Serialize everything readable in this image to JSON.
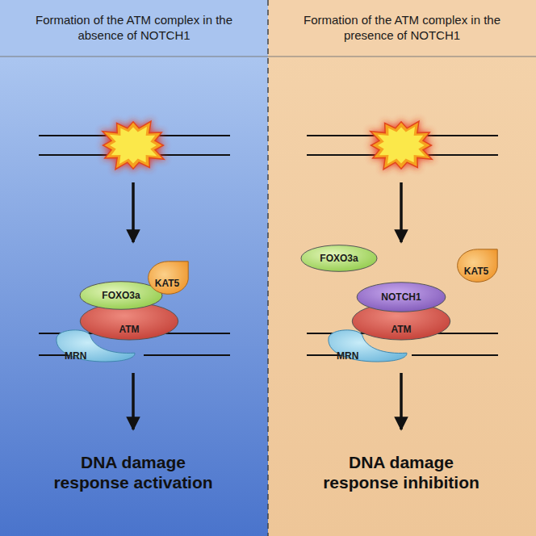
{
  "diagram": {
    "nodes": [
      {
        "text": [
          "Formation of the ATM complex in the absence of NOTCH1"
        ]
      },
      {
        "text": [
          "FOXO3a"
        ],
        "in": 0
      },
      {
        "text": [
          "KAT5"
        ],
        "in": 0
      },
      {
        "text": [
          "ATM"
        ],
        "in": 0
      },
      {
        "text": [
          "MRN"
        ],
        "in": 0
      },
      {
        "text": [
          "Formation of the ATM complex in the presence of NOTCH1"
        ]
      },
      {
        "text": [
          "FOXO3a"
        ],
        "in": 5
      },
      {
        "text": [
          "KAT5"
        ],
        "in": 5
      },
      {
        "text": [
          "NOTCH1"
        ],
        "in": 5
      },
      {
        "text": [
          "ATM"
        ],
        "in": 5
      },
      {
        "text": [
          "MRN"
        ],
        "in": 5
      }
    ],
    "labels": [
      "DNA damage response activation",
      "DNA damage response inhibition"
    ]
  }
}
